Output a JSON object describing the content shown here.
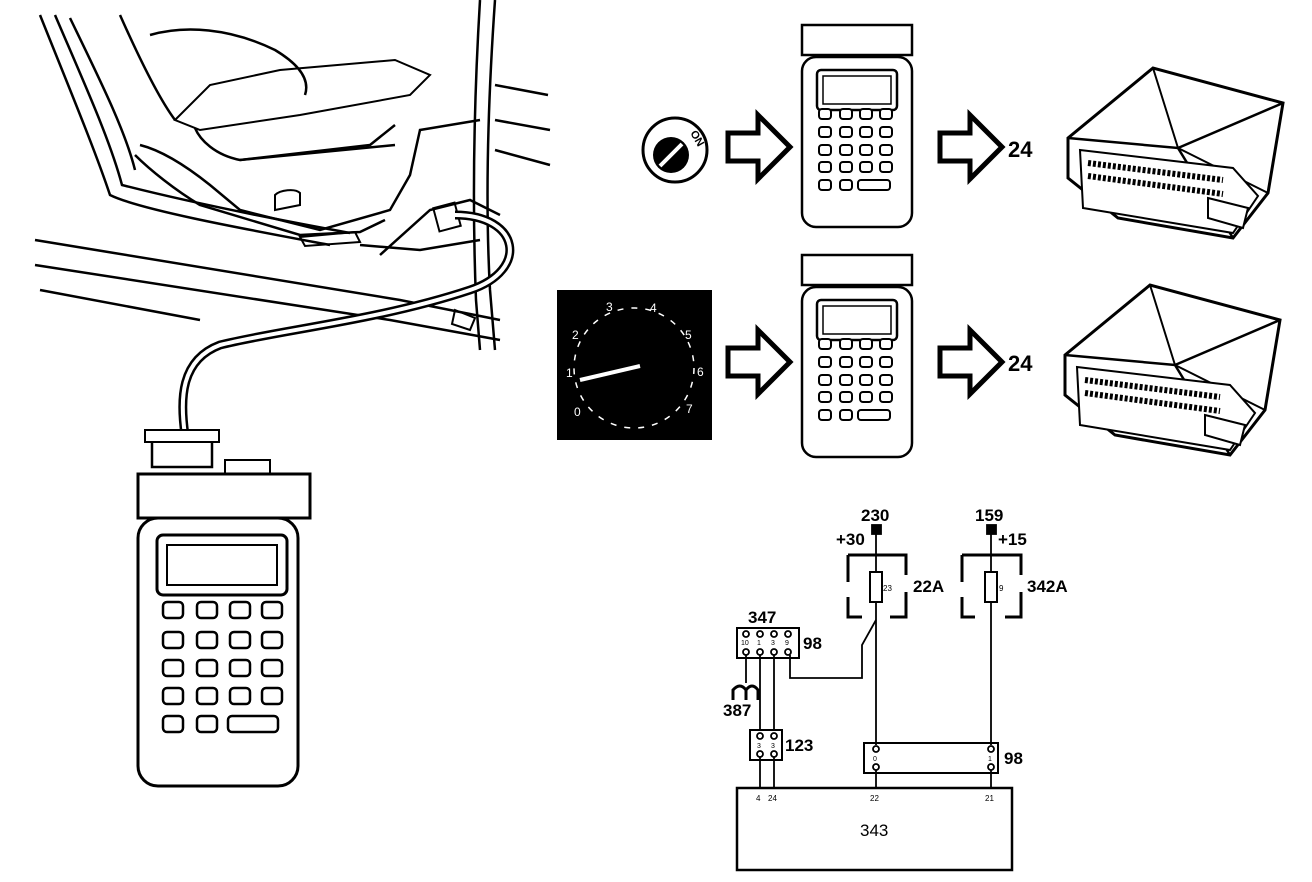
{
  "car_scene": {
    "desc_icon": "car-seat-sill-diagnostic-socket"
  },
  "flow_top": {
    "ignition_label": "ON",
    "code": "24"
  },
  "flow_bottom": {
    "tach_ticks": [
      "0",
      "1",
      "2",
      "3",
      "4",
      "5",
      "6",
      "7"
    ],
    "code": "24"
  },
  "wiring": {
    "supply_left": {
      "number": "230",
      "voltage": "+30"
    },
    "supply_right": {
      "number": "159",
      "voltage": "+15"
    },
    "fuse_left": {
      "id": "22A",
      "pin": "23"
    },
    "fuse_right": {
      "id": "342A",
      "pin": "9"
    },
    "connector_347": {
      "id": "347",
      "ref": "98",
      "pins_top": [
        "10",
        "1",
        "3",
        "9"
      ]
    },
    "ground": {
      "id": "387"
    },
    "connector_123": {
      "id": "123",
      "pins": [
        "3",
        "3"
      ]
    },
    "connector_98b": {
      "id": "98",
      "pins": [
        "0",
        "1"
      ]
    },
    "ecu": {
      "id": "343",
      "pins": [
        "4",
        "24",
        "22",
        "21"
      ]
    }
  }
}
